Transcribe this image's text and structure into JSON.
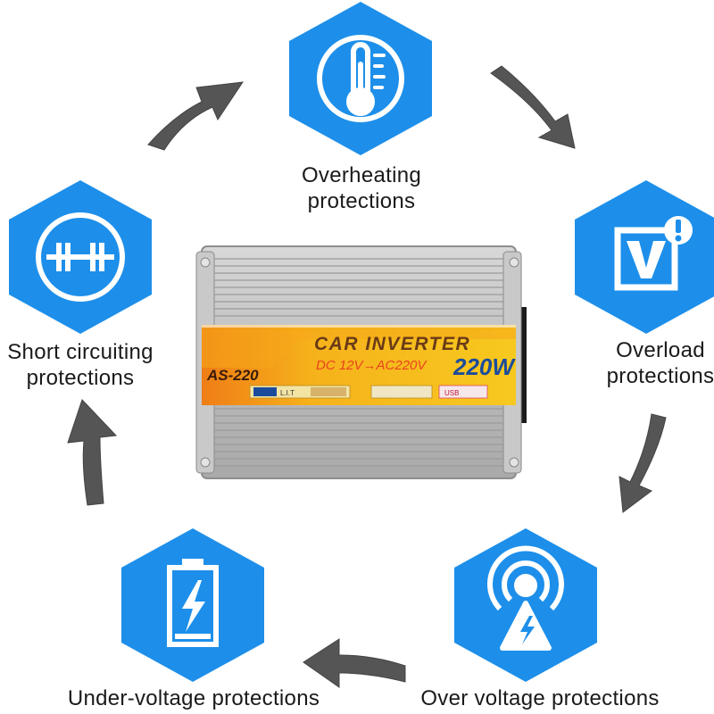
{
  "protections": {
    "overheating": {
      "line1": "Overheating",
      "line2": "protections",
      "icon": "thermometer-icon"
    },
    "overload": {
      "line1": "Overload",
      "line2": "protections",
      "icon": "voltage-warning-icon"
    },
    "over_voltage": {
      "line1": "Over voltage protections",
      "icon": "signal-tower-icon"
    },
    "under_voltage": {
      "line1": "Under-voltage protections",
      "icon": "battery-charge-icon"
    },
    "short_circuit": {
      "line1": "Short circuiting",
      "line2": "protections",
      "icon": "circuit-icon"
    }
  },
  "device": {
    "title": "CAR INVERTER",
    "input_output": "DC 12V→AC220V",
    "power": "220W",
    "model": "AS-220",
    "brand_badge": "L.I.T",
    "usb_label": "USB"
  },
  "colors": {
    "hex_blue": "#1d8fea",
    "arrow_gray": "#555555",
    "device_silver": "#b9b9b9",
    "label_band_yellow": "#f7c21c",
    "label_band_orange": "#ef7d16"
  }
}
